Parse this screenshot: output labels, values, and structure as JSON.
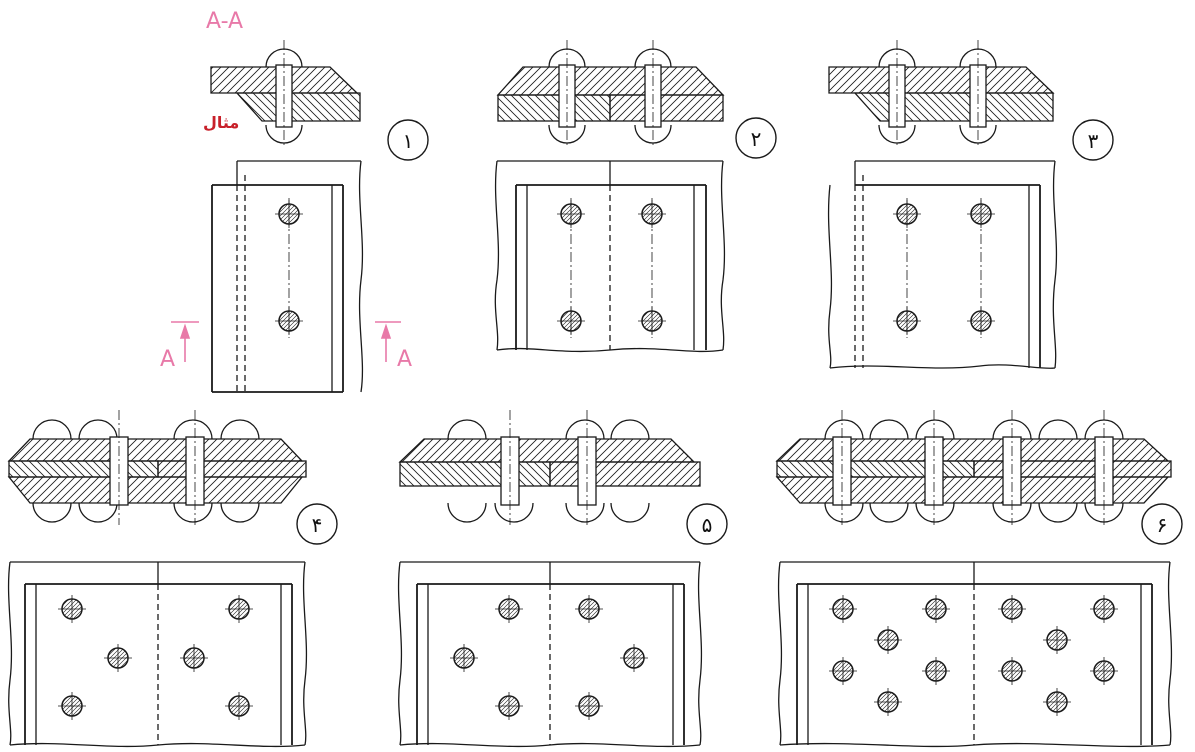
{
  "labels": {
    "section": "A-A",
    "example": "مثال",
    "arrow_left": "A",
    "arrow_right": "A"
  },
  "panels": [
    {
      "number": "۱"
    },
    {
      "number": "۲"
    },
    {
      "number": "۳"
    },
    {
      "number": "۴"
    },
    {
      "number": "۵"
    },
    {
      "number": "۶"
    }
  ],
  "colors": {
    "line": "#1a1a1a",
    "accent_pink": "#e879a8",
    "accent_red": "#c8202a"
  }
}
